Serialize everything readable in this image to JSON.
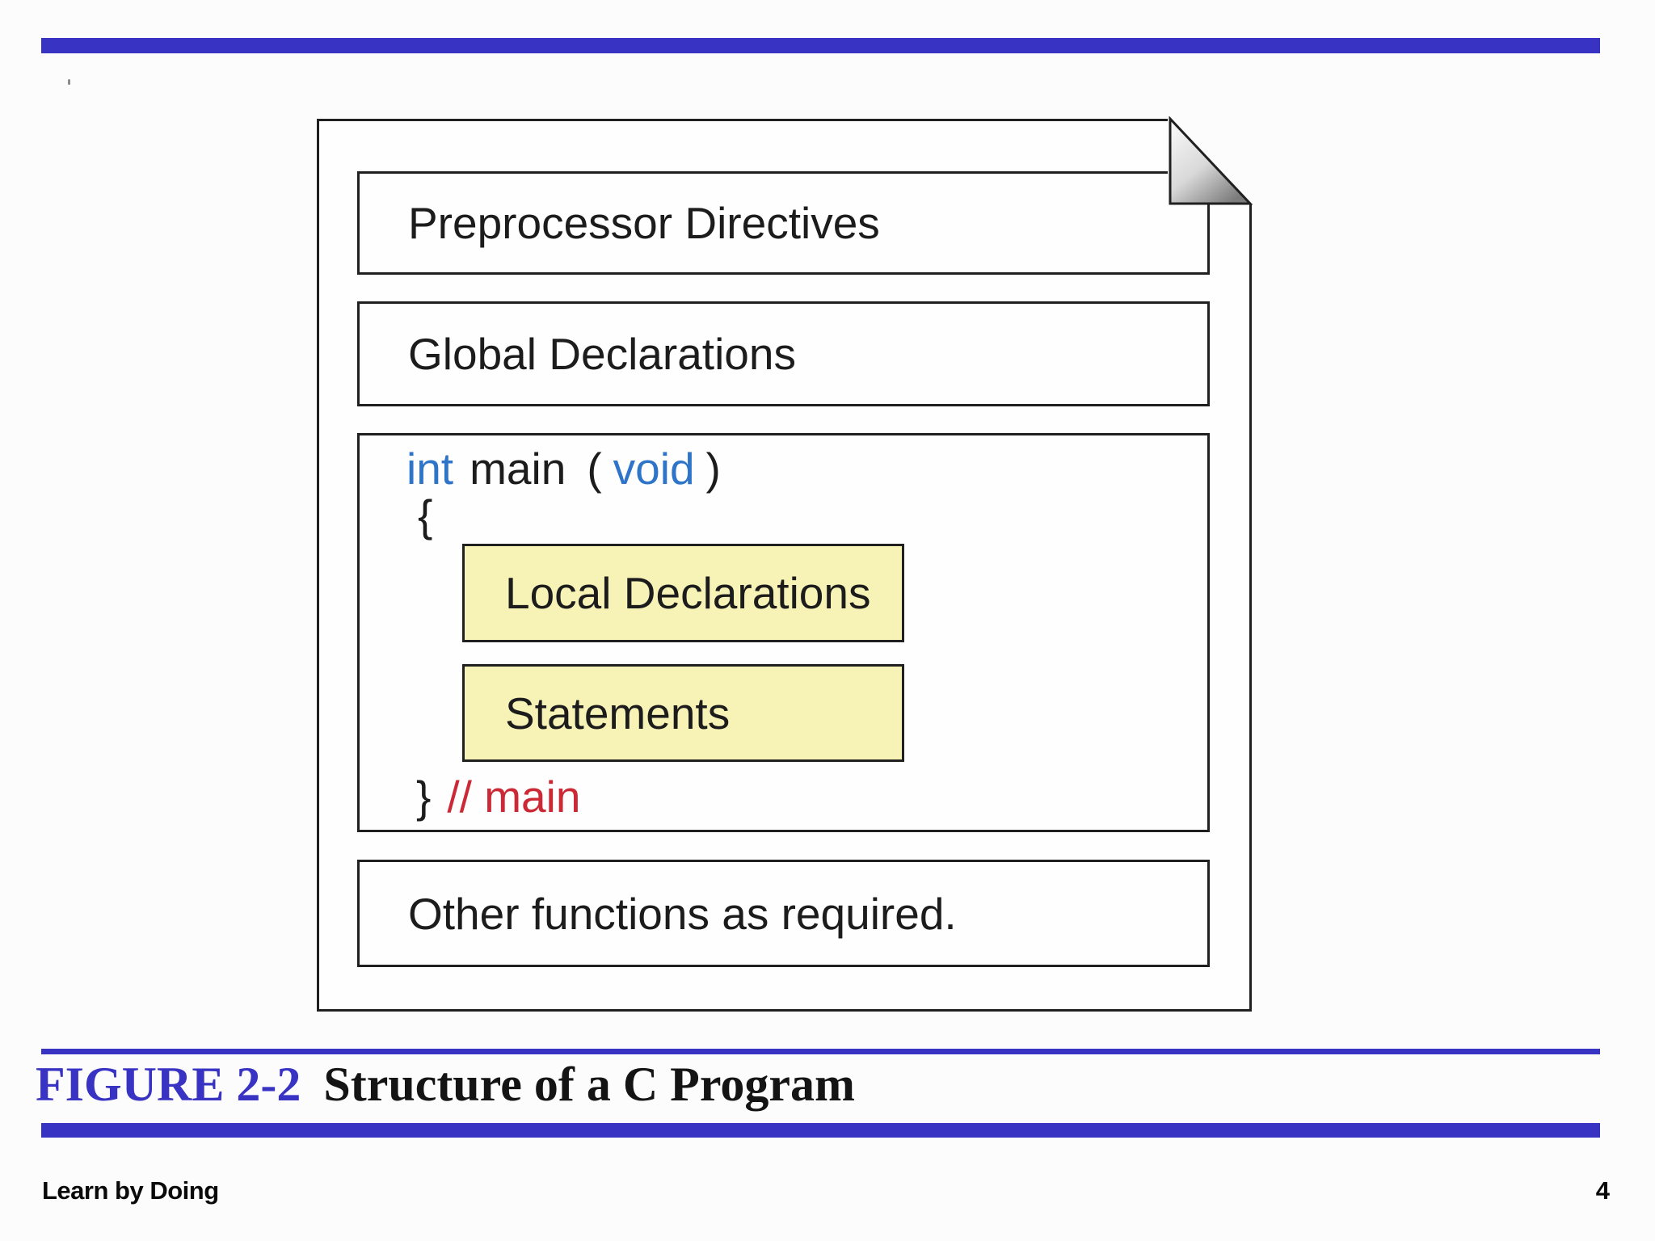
{
  "doc": {
    "boxes": {
      "preprocessor": {
        "label": "Preprocessor Directives"
      },
      "global": {
        "label": "Global Declarations"
      },
      "other": {
        "label": "Other functions as required."
      }
    },
    "main_block": {
      "kw_int": "int",
      "fn_name": "main",
      "paren_open": "(",
      "kw_void": "void",
      "paren_close": ")",
      "brace_open": "{",
      "brace_close": "}",
      "comment": "// main",
      "local_declarations_label": "Local Declarations",
      "statements_label": "Statements"
    }
  },
  "caption": {
    "figure_label": "FIGURE 2-2",
    "title": "Structure of a C Program"
  },
  "footer": {
    "left_text": "Learn by Doing",
    "page_number": "4"
  },
  "colors": {
    "accent_blue": "#3933c4",
    "keyword_blue": "#2e74c9",
    "comment_red": "#cc2936",
    "yellow_fill": "#f7f2b6",
    "border_dark": "#202020"
  }
}
